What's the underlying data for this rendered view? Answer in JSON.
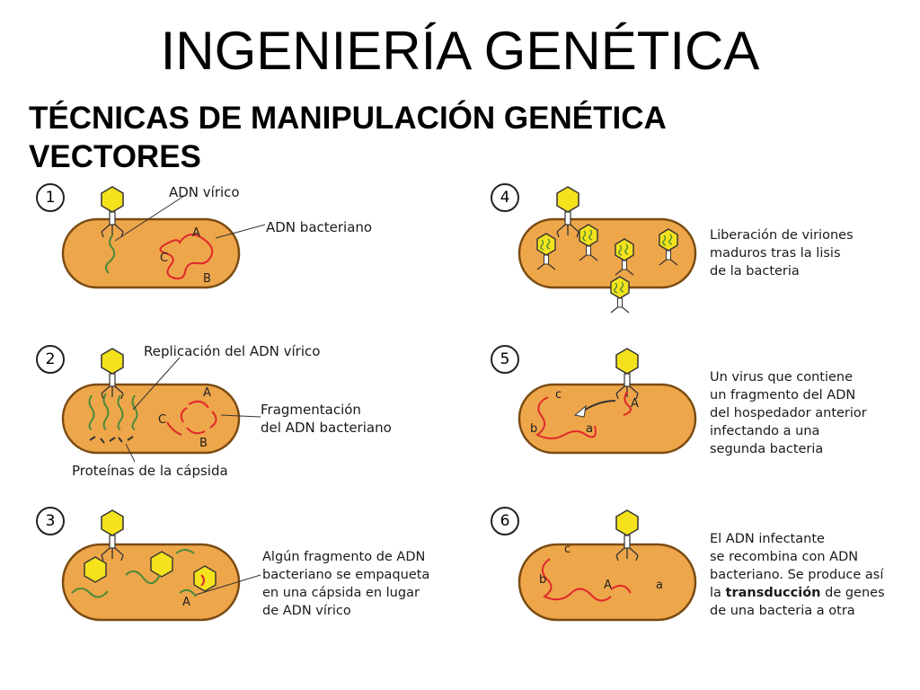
{
  "title": "INGENIERÍA GENÉTICA",
  "subtitle_line1": "TÉCNICAS DE MANIPULACIÓN GENÉTICA",
  "subtitle_line2": "VECTORES",
  "colors": {
    "cell_fill": "#eea64a",
    "cell_stroke": "#7a4b12",
    "phage_head": "#f4e21c",
    "viral_dna": "#4a8a3a",
    "bacterial_dna": "#e0282c"
  },
  "steps": [
    {
      "number": "1",
      "labels": [
        "ADN vírico",
        "ADN bacteriano"
      ],
      "letters": [
        "A",
        "C",
        "B"
      ]
    },
    {
      "number": "2",
      "labels": [
        "Replicación del ADN vírico",
        "Fragmentación",
        "del ADN bacteriano",
        "Proteínas de la cápsida"
      ],
      "letters": [
        "A",
        "C",
        "B"
      ]
    },
    {
      "number": "3",
      "caption_lines": [
        "Algún fragmento de ADN",
        "bacteriano se empaqueta",
        "en una cápsida en lugar",
        "de ADN vírico"
      ],
      "letters": [
        "A"
      ]
    },
    {
      "number": "4",
      "caption_lines": [
        "Liberación de viriones",
        "maduros tras la lisis",
        "de la bacteria"
      ]
    },
    {
      "number": "5",
      "caption_lines": [
        "Un virus que contiene",
        "un fragmento del ADN",
        "del hospedador anterior",
        "infectando a una",
        "segunda bacteria"
      ],
      "letters": [
        "c",
        "A",
        "b",
        "a"
      ]
    },
    {
      "number": "6",
      "caption_lines": [
        "El ADN infectante",
        "se recombina con ADN",
        "bacteriano. Se produce así"
      ],
      "caption_line4_prefix": "la ",
      "caption_line4_bold": "transducción",
      "caption_line4_suffix": " de genes",
      "caption_line5": "de una bacteria a otra",
      "letters": [
        "c",
        "b",
        "A",
        "a"
      ]
    }
  ]
}
